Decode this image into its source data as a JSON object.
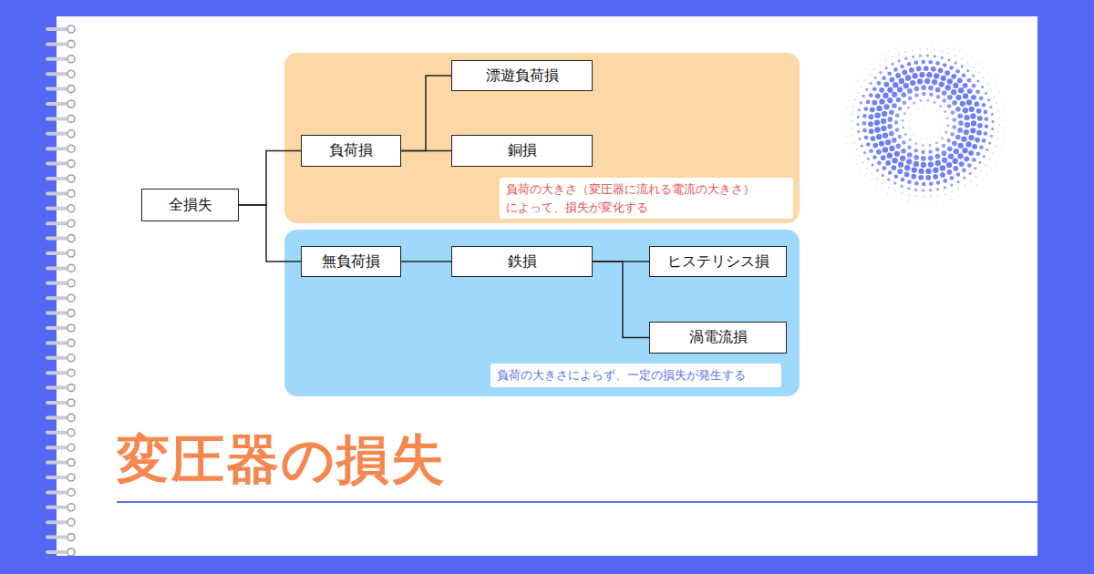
{
  "diagram": {
    "title": "変圧器の損失",
    "nodes": [
      {
        "text": [
          "全損失"
        ]
      },
      {
        "text": [
          "負荷の大きさ（変圧器に流れる電流の大きさ） によって、損失が変化する"
        ]
      },
      {
        "text": [
          "負荷損"
        ],
        "in": 1
      },
      {
        "text": [
          "漂遊負荷損"
        ],
        "in": 1
      },
      {
        "text": [
          "銅損"
        ],
        "in": 1
      },
      {
        "text": [
          "負荷の大きさによらず、一定の損失が発生する"
        ]
      },
      {
        "text": [
          "無負荷損"
        ],
        "in": 5
      },
      {
        "text": [
          "鉄損"
        ],
        "in": 5
      },
      {
        "text": [
          "ヒステリシス損"
        ],
        "in": 5
      },
      {
        "text": [
          "渦電流損"
        ],
        "in": 5
      }
    ],
    "edges": [
      {
        "from": 0,
        "to": 2,
        "arrow": "none"
      },
      {
        "from": 0,
        "to": 6,
        "arrow": "none"
      },
      {
        "from": 2,
        "to": 3,
        "arrow": "none"
      },
      {
        "from": 2,
        "to": 4,
        "arrow": "none"
      },
      {
        "from": 6,
        "to": 7,
        "arrow": "none"
      },
      {
        "from": 7,
        "to": 8,
        "arrow": "none"
      },
      {
        "from": 7,
        "to": 9,
        "arrow": "none"
      }
    ]
  }
}
